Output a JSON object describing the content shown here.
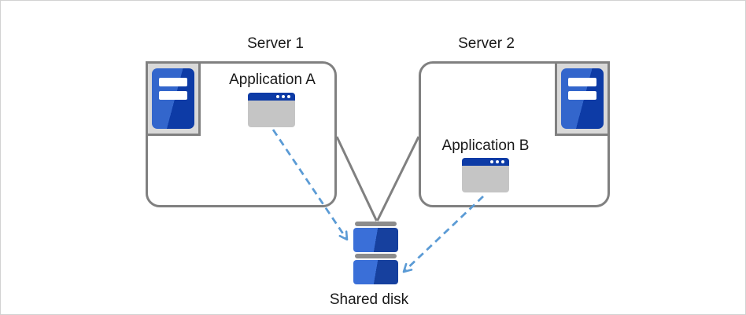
{
  "diagram": {
    "server1": {
      "label": "Server 1",
      "icon": "server-tower-icon"
    },
    "server2": {
      "label": "Server 2",
      "icon": "server-tower-icon"
    },
    "application_a": {
      "label": "Application A",
      "icon": "app-window-icon"
    },
    "application_b": {
      "label": "Application B",
      "icon": "app-window-icon"
    },
    "shared_disk": {
      "label": "Shared disk",
      "icon": "disk-stack-icon"
    },
    "connections": [
      {
        "from": "server1",
        "to": "shared_disk",
        "style": "solid-gray-line"
      },
      {
        "from": "server2",
        "to": "shared_disk",
        "style": "solid-gray-line"
      },
      {
        "from": "application_a",
        "to": "shared_disk",
        "style": "dashed-blue-arrow"
      },
      {
        "from": "application_b",
        "to": "shared_disk",
        "style": "dashed-blue-arrow"
      }
    ],
    "colors": {
      "border_gray": "#808080",
      "arrow_blue": "#5b9bd5",
      "icon_blue_dark": "#0d3ba6",
      "icon_blue_light": "#3366cc",
      "panel_gray": "#d9d9d9",
      "window_body_gray": "#c5c5c5",
      "disk_bar_gray": "#8c8c8c",
      "text_color": "#1a1a1a",
      "background": "#ffffff"
    }
  }
}
